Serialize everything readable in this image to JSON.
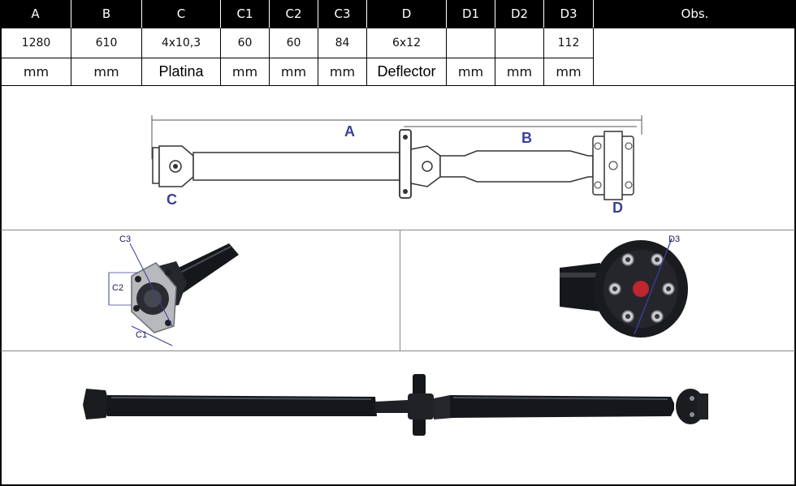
{
  "table": {
    "headers": [
      "A",
      "B",
      "C",
      "C1",
      "C2",
      "C3",
      "D",
      "D1",
      "D2",
      "D3",
      "Obs."
    ],
    "values": [
      "1280",
      "610",
      "4x10,3",
      "60",
      "60",
      "84",
      "6x12",
      "",
      "",
      "112"
    ],
    "units": [
      "mm",
      "mm",
      "Platina",
      "mm",
      "mm",
      "mm",
      "Deflector",
      "mm",
      "mm",
      "mm"
    ]
  },
  "diagram": {
    "label_a": "A",
    "label_b": "B",
    "label_c": "C",
    "label_d": "D",
    "label_c1": "C1",
    "label_c2": "C2",
    "label_c3": "C3",
    "label_d3": "D3"
  },
  "colors": {
    "label_blue": "#3a3f9a",
    "shaft": "#15171b",
    "line": "#555555"
  }
}
